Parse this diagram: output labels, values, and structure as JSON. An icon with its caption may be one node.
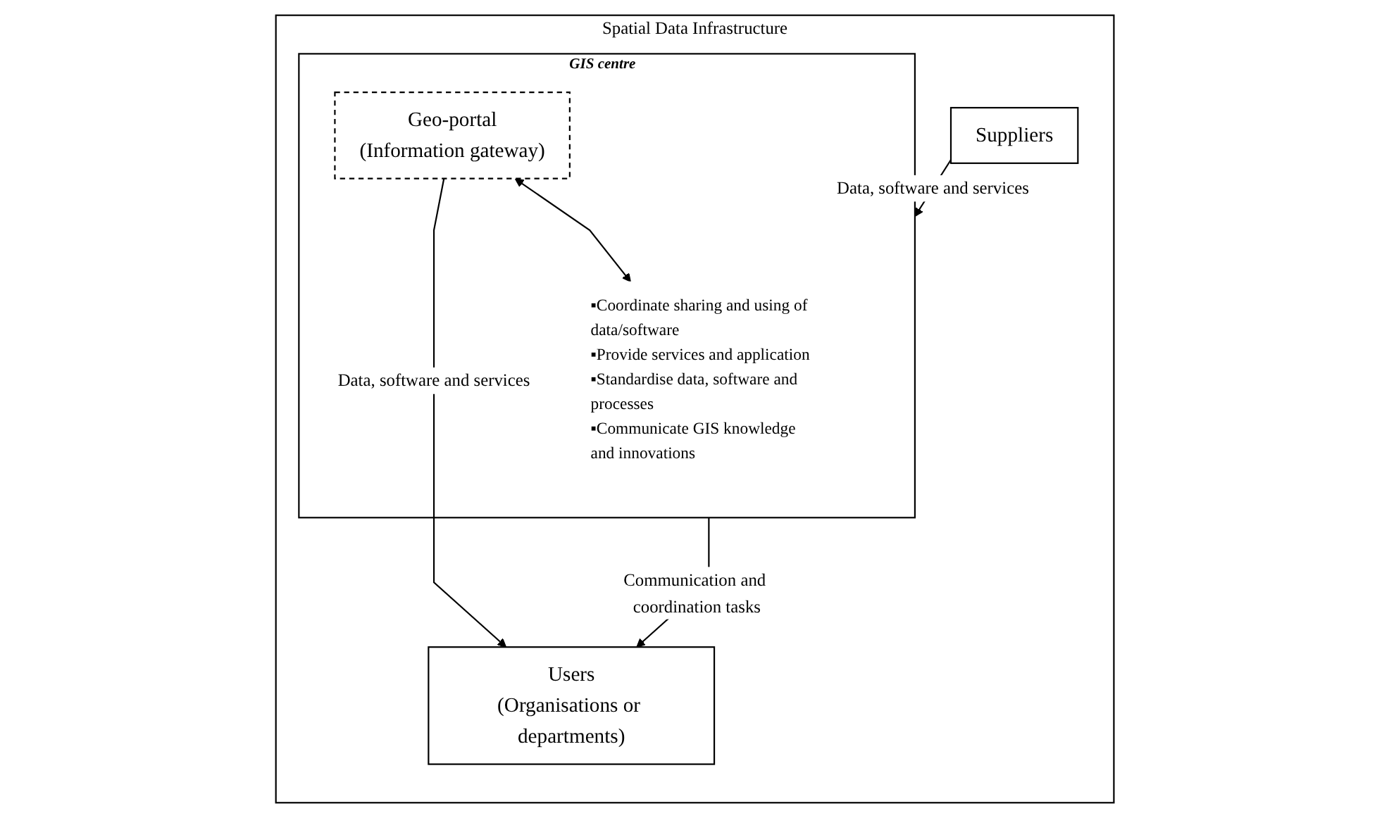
{
  "diagram": {
    "nodes": [
      {
        "text": [
          "Spatial Data Infrastructure"
        ]
      },
      {
        "text": [
          "Users",
          "(Organisations or departments)"
        ],
        "in": 0
      },
      {
        "text": [
          "Suppliers"
        ],
        "in": 0
      },
      {
        "text": [
          "GIS centre"
        ],
        "in": 0
      },
      {
        "text": [
          "Geo-portal",
          "(Information gateway)"
        ],
        "in": 3
      },
      {
        "text": [
          "▪Coordinate sharing and using of data/software",
          "▪Provide services and application",
          "▪Standardise data, software and processes",
          "▪Communicate GIS knowledge and innovations"
        ],
        "in": 3
      }
    ],
    "edges": [
      {
        "from": 3,
        "to": 1,
        "arrow": "to",
        "label": "Communication and coordination tasks"
      },
      {
        "from": 4,
        "to": 1,
        "arrow": "to",
        "label": "Data, software and services"
      },
      {
        "from": 4,
        "to": 5,
        "arrow": "both"
      },
      {
        "from": 2,
        "to": 3,
        "arrow": "to",
        "label": "Data, software and services"
      }
    ]
  }
}
